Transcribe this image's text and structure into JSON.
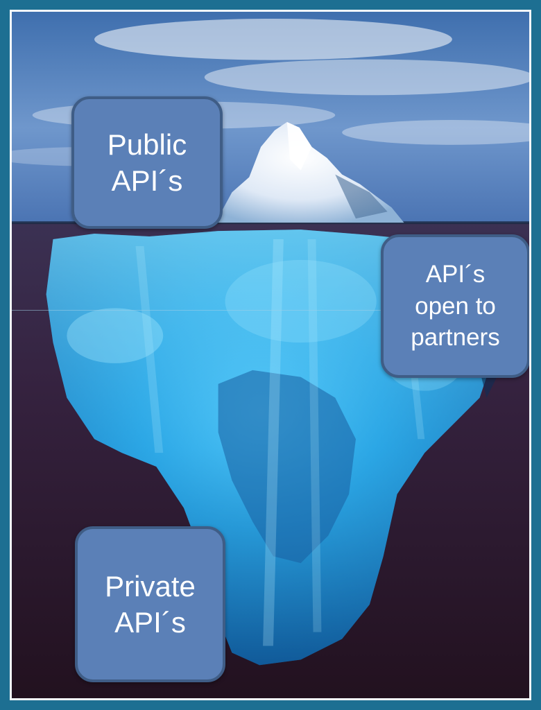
{
  "colors": {
    "frame": "#1d6f92",
    "sky": "#4a78b8",
    "water_top": "#3c2f52",
    "water_bottom": "#241424",
    "ice": "#35b5f0",
    "callout_fill": "#5b80b7",
    "callout_border": "#3f5d86"
  },
  "scene_icon": "iceberg-illustration",
  "callouts": {
    "public": {
      "line1": "Public",
      "line2": "API´s"
    },
    "partners": {
      "line1": "API´s",
      "line2": "open to",
      "line3": "partners"
    },
    "private": {
      "line1": "Private",
      "line2": "API´s"
    }
  }
}
